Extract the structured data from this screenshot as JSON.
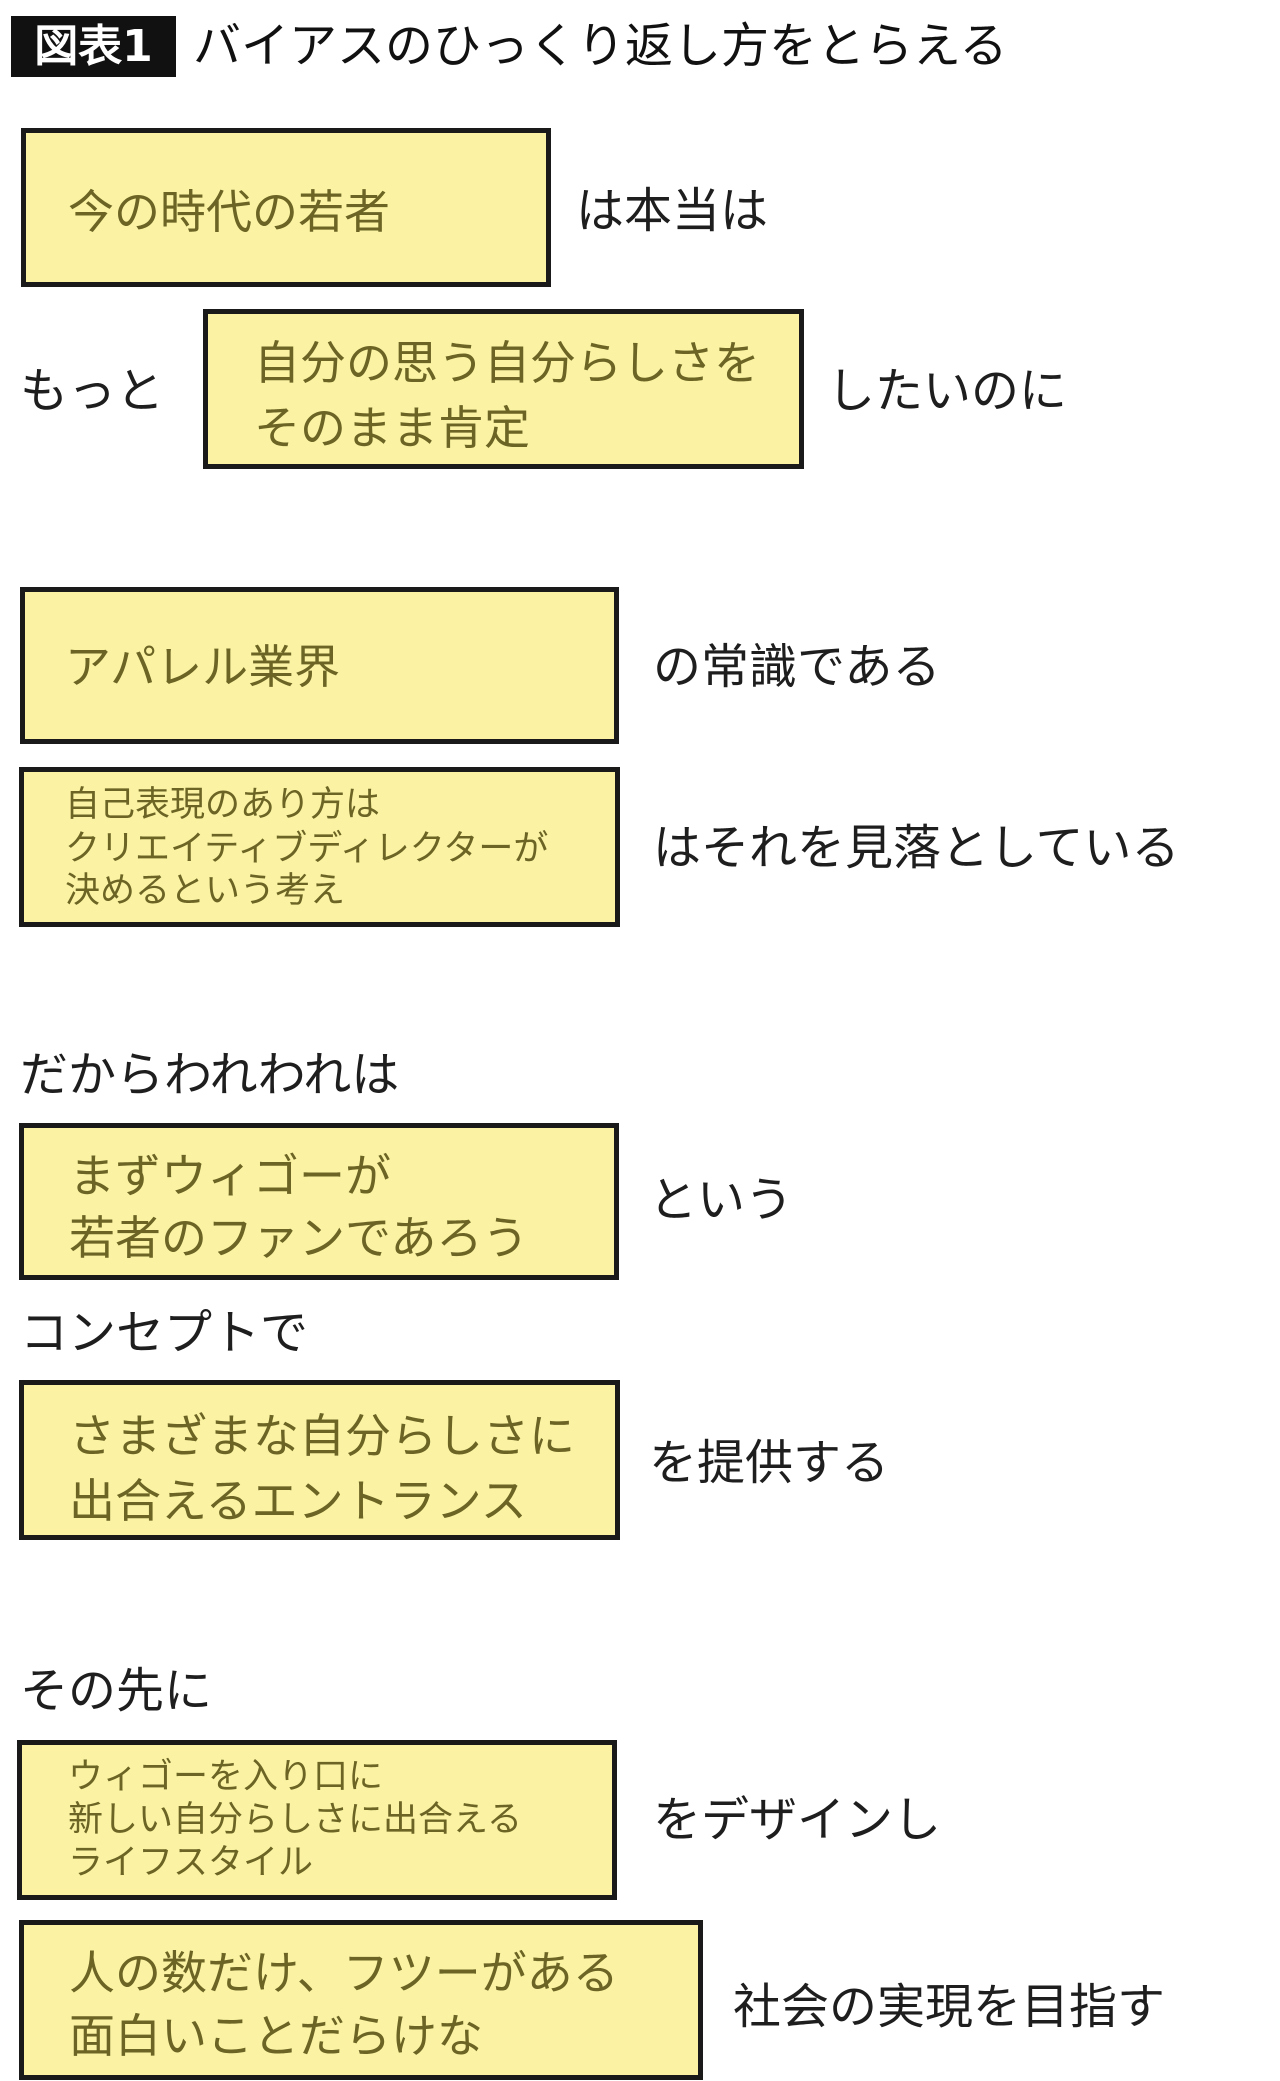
{
  "header": {
    "badge": "図表1",
    "title": "バイアスのひっくり返し方をとらえる"
  },
  "section1": {
    "box1": "今の時代の若者",
    "after1": "は本当は",
    "before2": "もっと",
    "box2_lines": [
      "自分の思う自分らしさを",
      "そのまま肯定"
    ],
    "after2": "したいのに"
  },
  "section2": {
    "box3": "アパレル業界",
    "after3": "の常識である",
    "box4_lines": [
      "自己表現のあり方は",
      "クリエイティブディレクターが",
      "決めるという考え"
    ],
    "after4": "はそれを見落としている"
  },
  "section3": {
    "intro": "だからわれわれは",
    "box5_lines": [
      "まずウィゴーが",
      "若者のファンであろう"
    ],
    "after5": "という",
    "mid": "コンセプトで",
    "box6_lines": [
      "さまざまな自分らしさに",
      "出合えるエントランス"
    ],
    "after6": "を提供する"
  },
  "section4": {
    "intro": "その先に",
    "box7_lines": [
      "ウィゴーを入り口に",
      "新しい自分らしさに出合える",
      "ライフスタイル"
    ],
    "after7": "をデザインし",
    "box8_lines": [
      "人の数だけ、フツーがある",
      "面白いことだらけな"
    ],
    "after8": "社会の実現を目指す"
  },
  "colors": {
    "box_fill": "#fbf3a3",
    "box_text": "#6b6424",
    "border": "#1a1a1a"
  }
}
